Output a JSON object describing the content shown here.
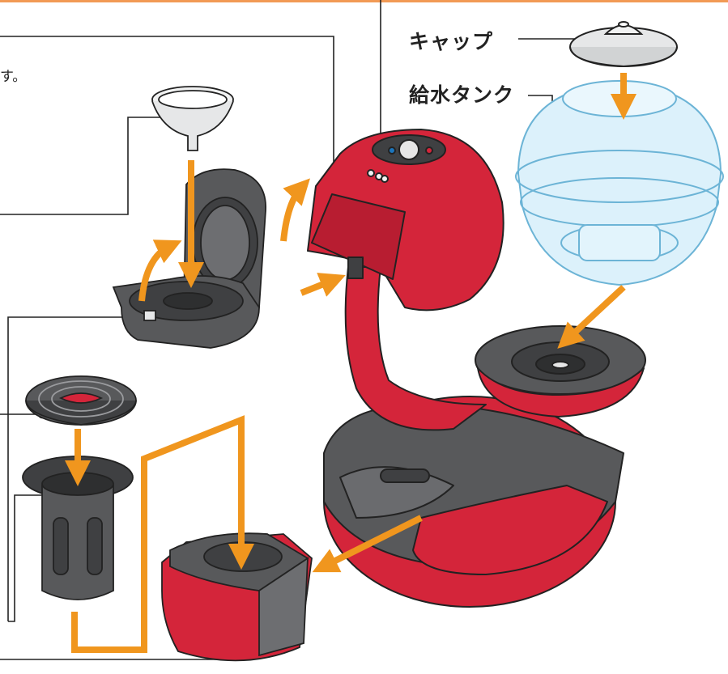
{
  "labels": {
    "cap": "キャップ",
    "water_tank": "給水タンク",
    "note_tail": "す。"
  },
  "colors": {
    "arrow": "#f0961e",
    "machine_red": "#d4253a",
    "machine_red_dark": "#9e1526",
    "part_gray": "#58595b",
    "part_gray_dark": "#3f4042",
    "tank_blue": "#dcf1fb",
    "tank_outline": "#6cb4d6",
    "line": "#222222"
  },
  "icons": [
    "cap-icon",
    "water-tank-icon",
    "funnel-icon",
    "capsule-holder-icon",
    "drip-grid-icon",
    "filter-icon",
    "drip-tray-icon",
    "coffee-machine-icon"
  ]
}
